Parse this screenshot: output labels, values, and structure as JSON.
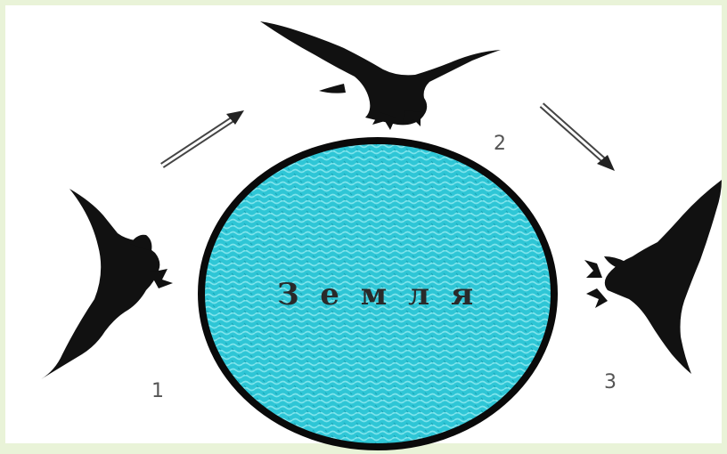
{
  "earth": {
    "label": "З е м л я",
    "fill_color": "#2ec6d6",
    "outline_color": "#0a0a0a"
  },
  "positions": [
    {
      "number": "1"
    },
    {
      "number": "2"
    },
    {
      "number": "3"
    }
  ],
  "colors": {
    "background": "#e9f3d8",
    "bird": "#111111"
  }
}
